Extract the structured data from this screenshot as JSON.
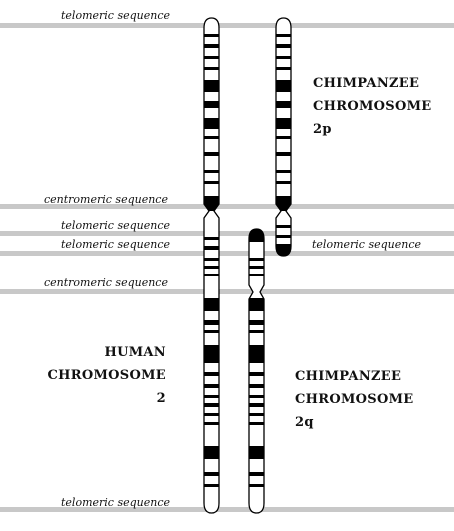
{
  "labels": {
    "telomeric_sequence": "telomeric sequence",
    "centromeric_sequence": "centromeric sequence"
  },
  "groups": {
    "chimp_2p": [
      "CHIMPANZEE",
      "CHROMOSOME",
      "2p"
    ],
    "human_2": [
      "HUMAN",
      "CHROMOSOME",
      "2"
    ],
    "chimp_2q": [
      "CHIMPANZEE",
      "CHROMOSOME",
      "2q"
    ]
  },
  "colors": {
    "guide_line": "#c8c8c8",
    "band": "#000000",
    "chromosome_fill": "#ffffff",
    "text": "#111111"
  }
}
